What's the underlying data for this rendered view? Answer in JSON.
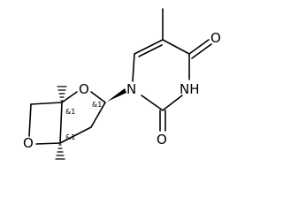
{
  "molecule": {
    "atoms": {
      "o_ring_furanose": "O",
      "o_ring_oxetane": "O",
      "n_glycosidic": "N",
      "n_imide": "NH",
      "o_carbonyl_upper": "O",
      "o_carbonyl_lower": "O"
    },
    "stereo_labels": {
      "c1_prime": "&1",
      "c4_upper": "&1",
      "c4_lower": "&1"
    }
  }
}
